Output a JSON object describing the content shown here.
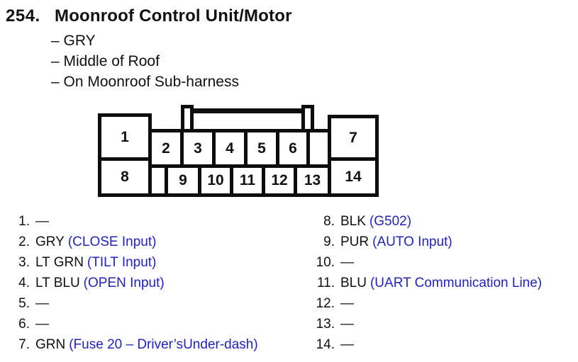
{
  "header": {
    "number": "254.",
    "title": "Moonroof Control Unit/Motor",
    "notes": [
      "– GRY",
      "– Middle of Roof",
      "– On Moonroof Sub-harness"
    ]
  },
  "connector": {
    "pins": [
      "1",
      "2",
      "3",
      "4",
      "5",
      "6",
      "7",
      "8",
      "9",
      "10",
      "11",
      "12",
      "13",
      "14"
    ]
  },
  "pins": {
    "left": [
      {
        "num": "1.",
        "wire": "—",
        "fn": ""
      },
      {
        "num": "2.",
        "wire": "GRY",
        "fn": "(CLOSE Input)"
      },
      {
        "num": "3.",
        "wire": "LT GRN",
        "fn": "(TILT Input)"
      },
      {
        "num": "4.",
        "wire": "LT BLU",
        "fn": "(OPEN Input)"
      },
      {
        "num": "5.",
        "wire": "—",
        "fn": ""
      },
      {
        "num": "6.",
        "wire": "—",
        "fn": ""
      },
      {
        "num": "7.",
        "wire": "GRN",
        "fn": "(Fuse 20 – Driver’sUnder-dash)"
      }
    ],
    "right": [
      {
        "num": "8.",
        "wire": "BLK",
        "fn": "(G502)"
      },
      {
        "num": "9.",
        "wire": "PUR",
        "fn": "(AUTO Input)"
      },
      {
        "num": "10.",
        "wire": "—",
        "fn": ""
      },
      {
        "num": "11.",
        "wire": "BLU",
        "fn": "(UART Communication Line)"
      },
      {
        "num": "12.",
        "wire": "—",
        "fn": ""
      },
      {
        "num": "13.",
        "wire": "—",
        "fn": ""
      },
      {
        "num": "14.",
        "wire": "—",
        "fn": ""
      }
    ]
  },
  "colors": {
    "ink": "#111111",
    "blue": "#2222c2",
    "line": "#0d0d0d"
  }
}
